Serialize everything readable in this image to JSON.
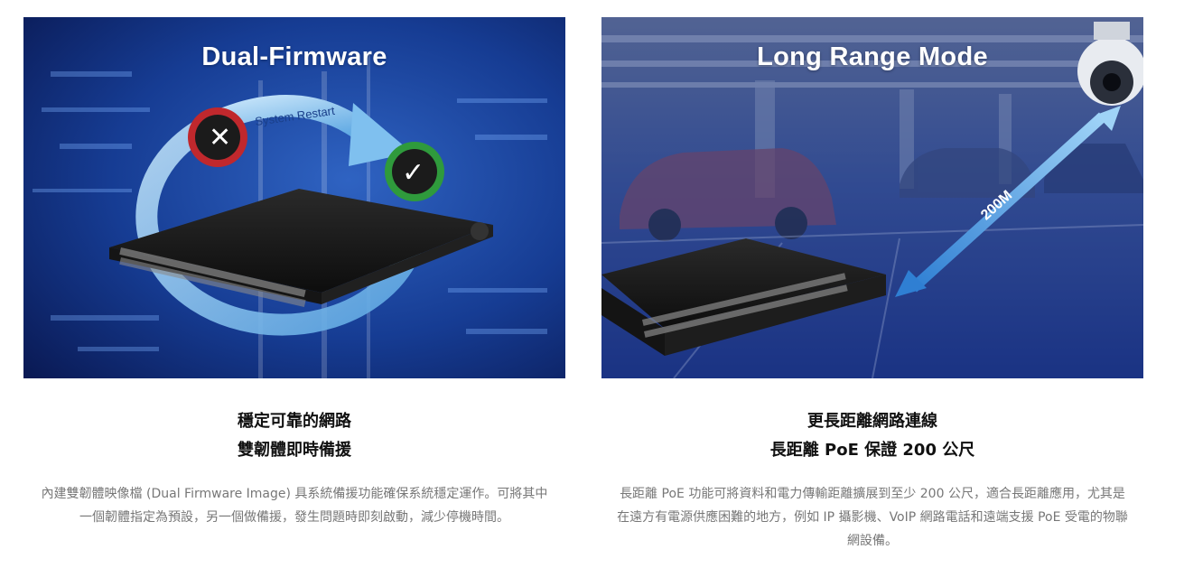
{
  "left_card": {
    "image_title": "Dual-Firmware",
    "arrow_label": "System Restart",
    "heading_line1": "穩定可靠的網路",
    "heading_line2": "雙韌體即時備援",
    "description": "內建雙韌體映像檔 (Dual Firmware Image) 具系統備援功能確保系統穩定運作。可將其中一個韌體指定為預設，另一個做備援，發生問題時即刻啟動，減少停機時間。"
  },
  "right_card": {
    "image_title": "Long Range Mode",
    "distance_label": "200M",
    "heading_line1": "更長距離網路連線",
    "heading_line2": "長距離 PoE 保證 200 公尺",
    "description": "長距離 PoE 功能可將資料和電力傳輸距離擴展到至少 200 公尺，適合長距離應用，尤其是在遠方有電源供應困難的地方，例如 IP 攝影機、VoIP 網路電話和遠端支援 PoE 受電的物聯網設備。"
  },
  "colors": {
    "left_bg_dark": "#0b1d5e",
    "left_bg_light": "#2b5bb5",
    "arrow_blue": "#6fb4e8",
    "fail_red": "#c0282d",
    "ok_green": "#2f9a3c",
    "right_overlay": "#1f3a8f",
    "switch_body": "#1a1a1a"
  }
}
